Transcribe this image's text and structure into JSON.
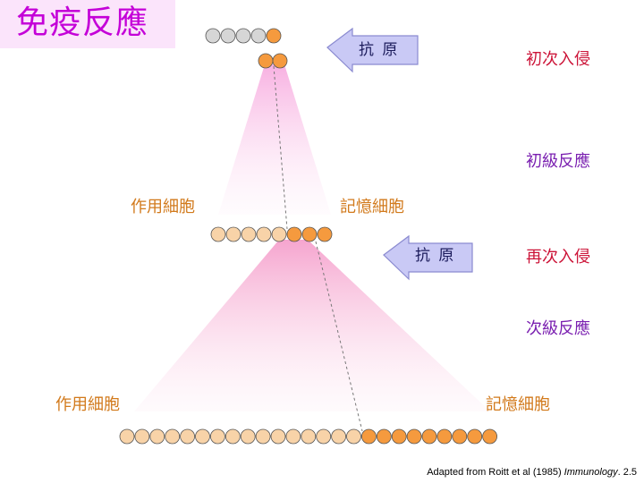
{
  "title": "免疫反應",
  "antigen_label_1": "抗 原",
  "antigen_label_2": "抗 原",
  "stages": {
    "first_invasion": "初次入侵",
    "primary_response": "初級反應",
    "second_invasion": "再次入侵",
    "secondary_response": "次級反應"
  },
  "labels": {
    "effector_cells_1": "作用細胞",
    "memory_cells_1": "記憶細胞",
    "effector_cells_2": "作用細胞",
    "memory_cells_2": "記憶細胞"
  },
  "citation": {
    "prefix": "Adapted from Roitt et al (1985) ",
    "journal": "Immunology",
    "suffix": ". 2.5"
  },
  "colors": {
    "naive_cell": "#d6d6d6",
    "activated_cell": "#f59a3e",
    "effector_cell": "#f8d3a8",
    "memory_cell": "#f59a3e",
    "arrow_fill": "#c9c9f5",
    "cone_top": "#f3a6d8",
    "title": "#c400d8"
  },
  "rows": {
    "row1_naive": 4,
    "row1_activated": 1,
    "row2_activated": 2,
    "row3_effector": 5,
    "row3_memory": 3,
    "row4_effector": 16,
    "row4_memory": 9
  }
}
